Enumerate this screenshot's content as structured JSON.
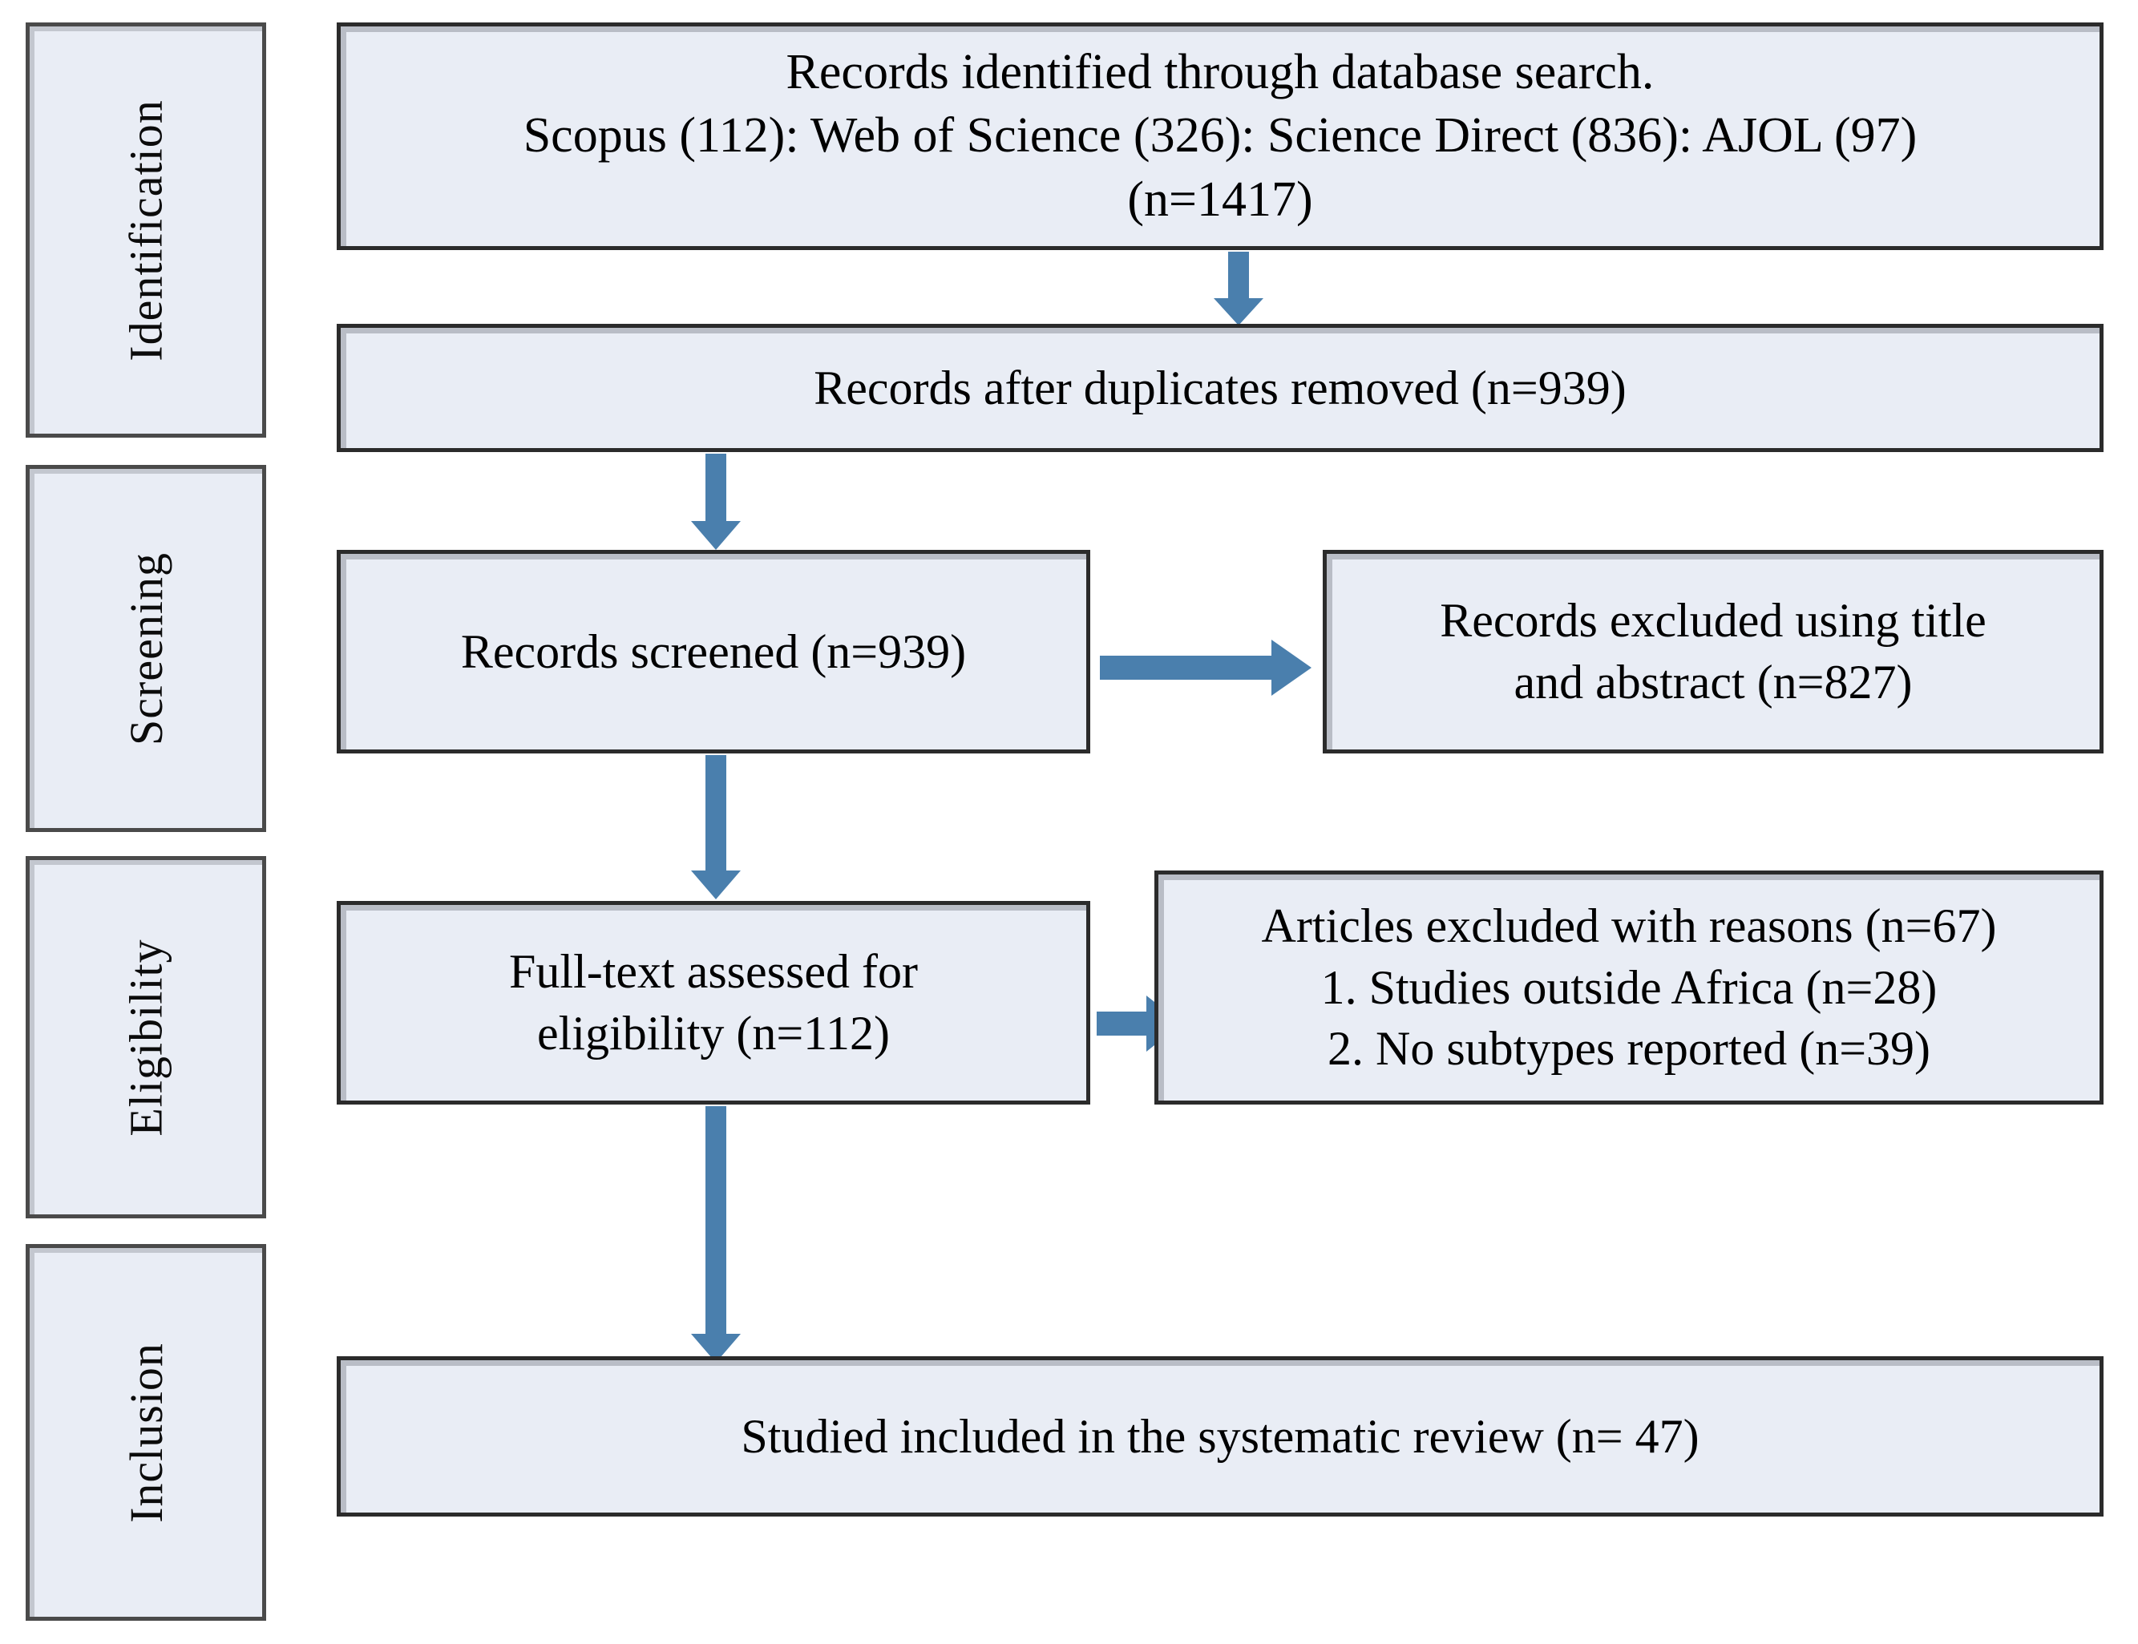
{
  "diagram": {
    "type": "prisma-flow-diagram",
    "colors": {
      "box_fill": "#e9edf5",
      "box_border": "#2b2b2b",
      "stage_border": "#4a4a4a",
      "arrow": "#4a7fad",
      "text": "#000000",
      "background": "#ffffff"
    }
  },
  "stages": [
    {
      "id": "identification",
      "label": "Identification"
    },
    {
      "id": "screening",
      "label": "Screening"
    },
    {
      "id": "eligibility",
      "label": "Eligibility"
    },
    {
      "id": "inclusion",
      "label": "Inclusion"
    }
  ],
  "boxes": {
    "identified": {
      "line1": "Records identified  through  database search.",
      "line2": "Scopus (112): Web of Science  (326): Science Direct (836): AJOL (97)",
      "line3": "(n=1417)",
      "count": 1417,
      "sources": [
        {
          "name": "Scopus",
          "count": 112
        },
        {
          "name": "Web of Science",
          "count": 326
        },
        {
          "name": "Science Direct",
          "count": 836
        },
        {
          "name": "AJOL",
          "count": 97
        }
      ]
    },
    "duplicates_removed": {
      "line1": "Records after duplicates  removed (n=939)",
      "count": 939
    },
    "records_screened": {
      "line1": "Records screened  (n=939)",
      "count": 939
    },
    "records_excluded": {
      "line1": "Records excluded using  title",
      "line2": "and abstract (n=827)",
      "count": 827
    },
    "fulltext_assessed": {
      "line1": "Full-text  assessed for",
      "line2": "eligibility  (n=112)",
      "count": 112
    },
    "articles_excluded": {
      "line1": "Articles  excluded  with  reasons  (n=67)",
      "line2": "1. Studies  outside  Africa  (n=28)",
      "line3": "2. No subtypes  reported (n=39)",
      "count": 67,
      "reasons": [
        {
          "index": 1,
          "text": "Studies  outside  Africa",
          "count": 28
        },
        {
          "index": 2,
          "text": "No subtypes  reported",
          "count": 39
        }
      ]
    },
    "studies_included": {
      "line1": "Studied  included  in  the  systematic  review  (n= 47)",
      "count": 47
    }
  },
  "arrows": [
    {
      "id": "identified-to-duplicates",
      "direction": "down",
      "from": "identified",
      "to": "duplicates_removed"
    },
    {
      "id": "duplicates-to-screened",
      "direction": "down",
      "from": "duplicates_removed",
      "to": "records_screened"
    },
    {
      "id": "screened-to-excluded",
      "direction": "right",
      "from": "records_screened",
      "to": "records_excluded"
    },
    {
      "id": "screened-to-fulltext",
      "direction": "down",
      "from": "records_screened",
      "to": "fulltext_assessed"
    },
    {
      "id": "fulltext-to-articles-excluded",
      "direction": "right",
      "from": "fulltext_assessed",
      "to": "articles_excluded"
    },
    {
      "id": "fulltext-to-included",
      "direction": "down",
      "from": "fulltext_assessed",
      "to": "studies_included"
    }
  ]
}
